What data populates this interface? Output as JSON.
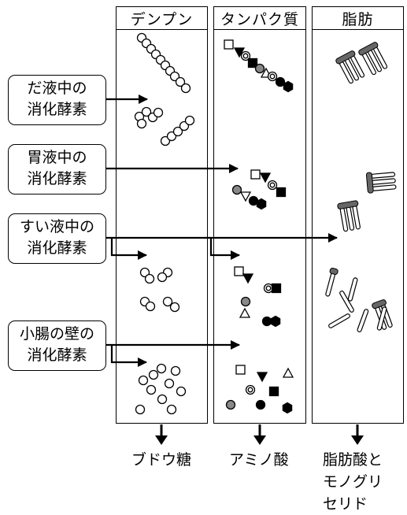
{
  "columns": [
    {
      "key": "starch",
      "title": "デンプン"
    },
    {
      "key": "protein",
      "title": "タンパク質"
    },
    {
      "key": "fat",
      "title": "脂肪"
    }
  ],
  "enzymes": [
    {
      "key": "saliva",
      "line1": "だ液中の",
      "line2": "消化酵素"
    },
    {
      "key": "gastric",
      "line1": "胃液中の",
      "line2": "消化酵素"
    },
    {
      "key": "pancreatic",
      "line1": "すい液中の",
      "line2": "消化酵素"
    },
    {
      "key": "intestinal",
      "line1": "小腸の壁の",
      "line2": "消化酵素"
    }
  ],
  "products": {
    "starch": "ブドウ糖",
    "protein": "アミノ酸",
    "fat_lines": [
      "脂肪酸と",
      "モノグリ",
      "セリド"
    ]
  }
}
